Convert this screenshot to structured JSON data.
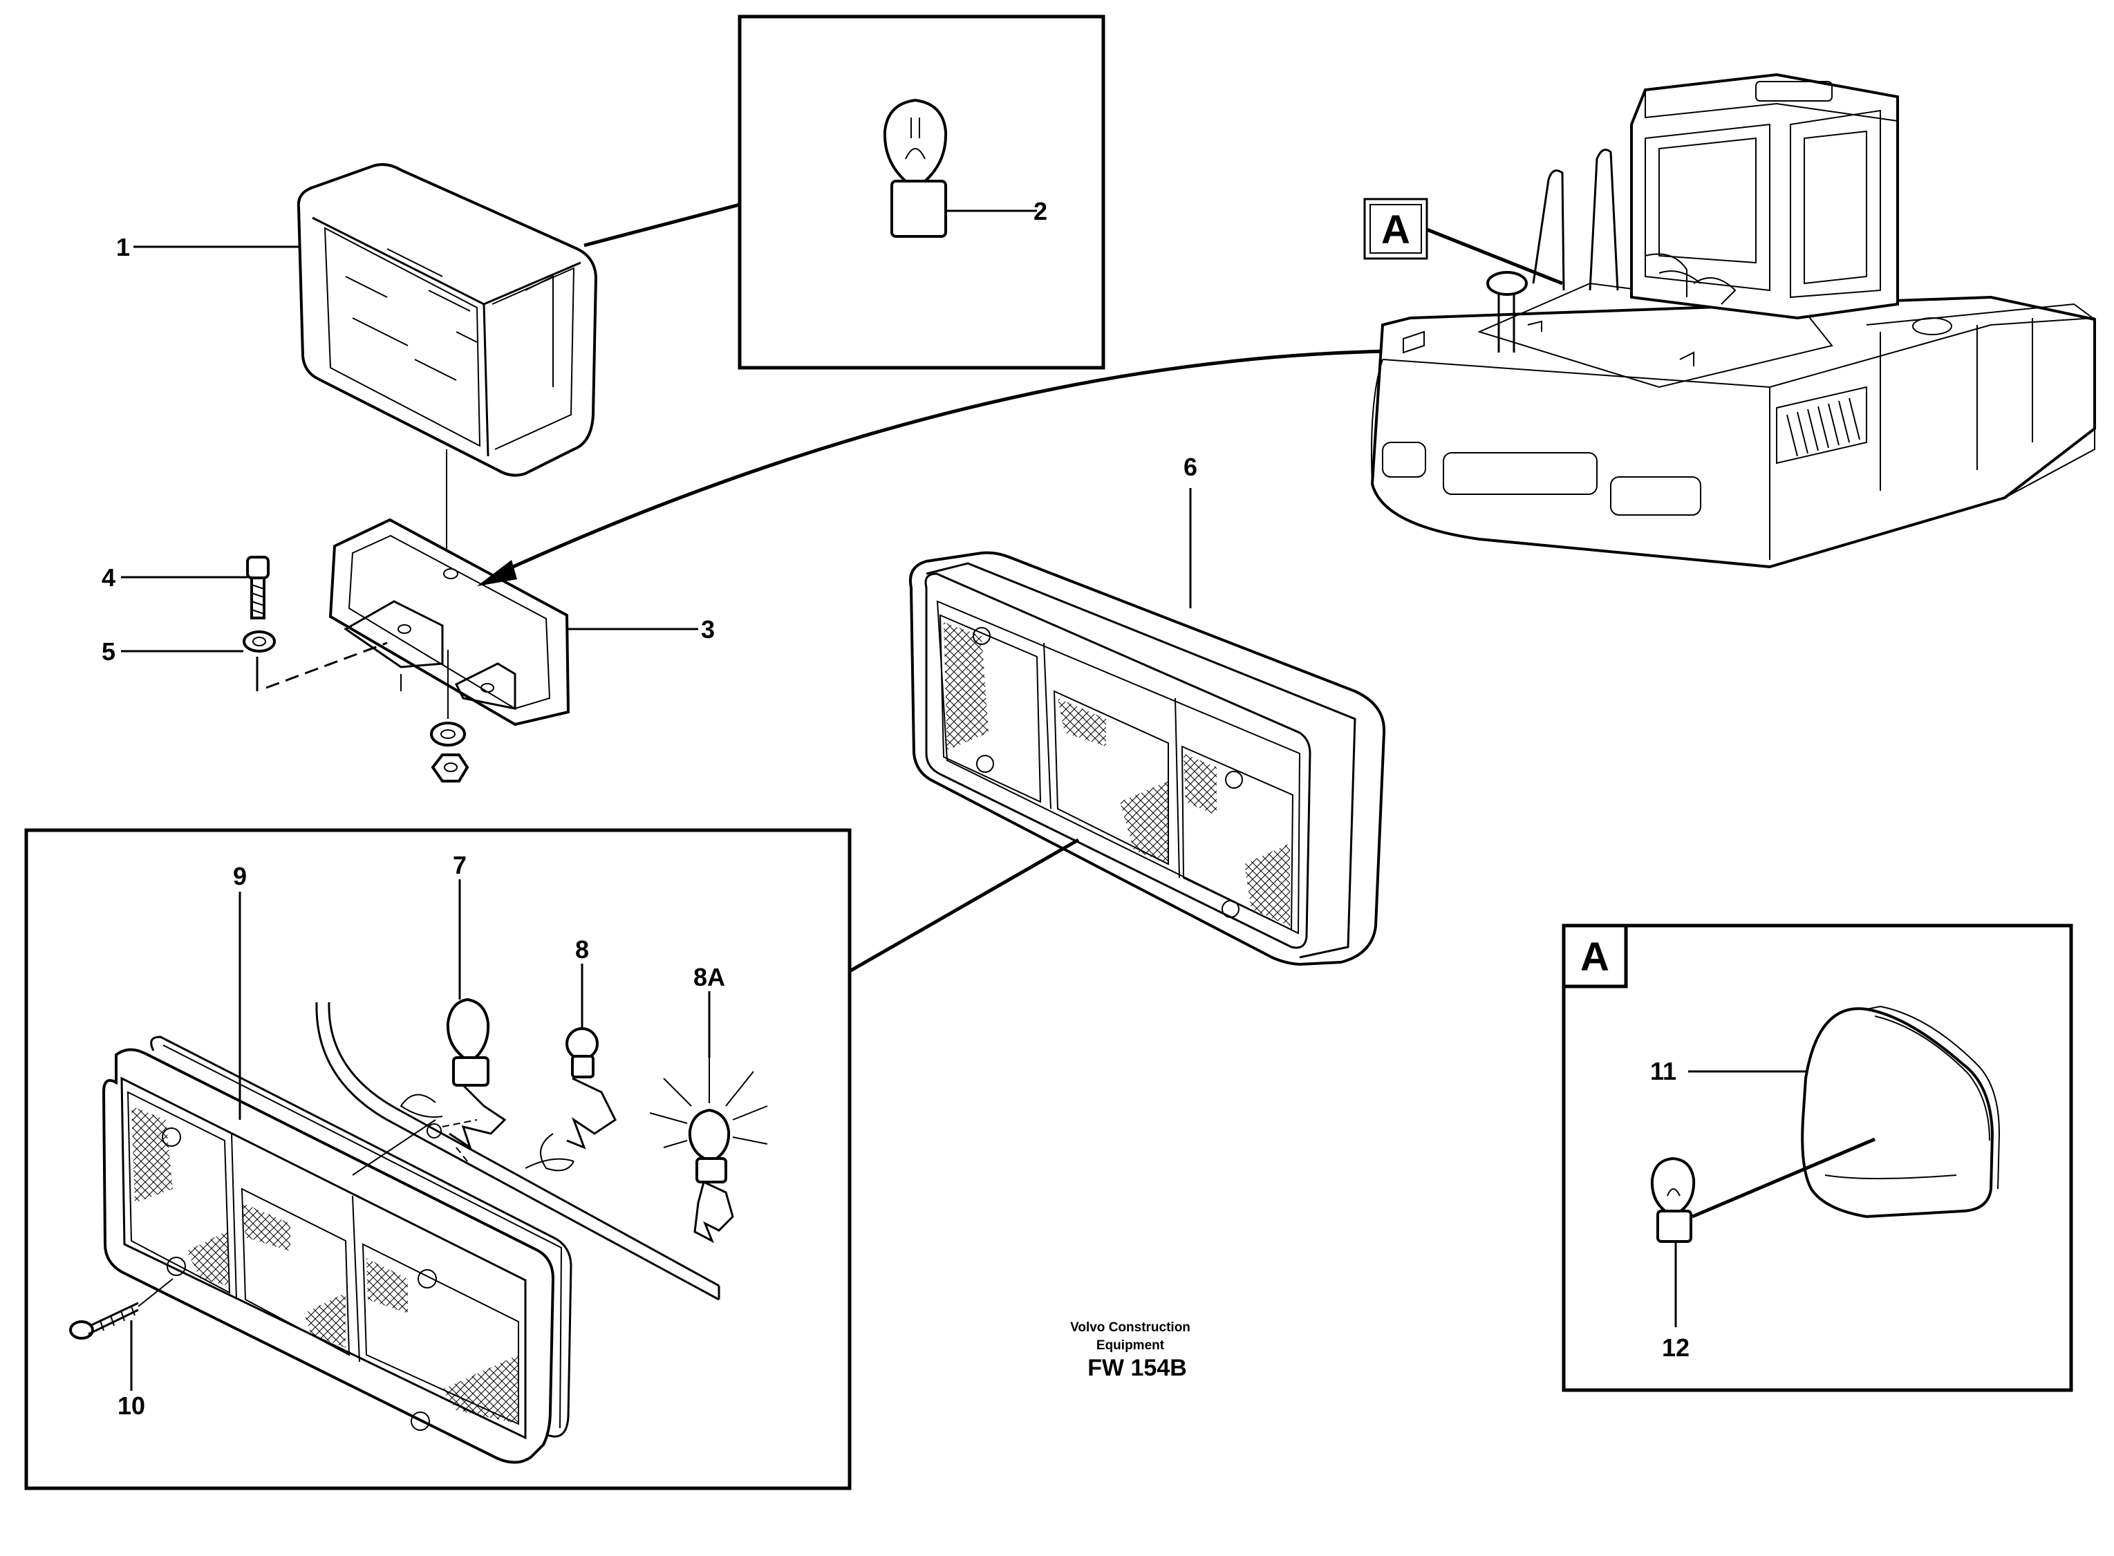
{
  "labels": {
    "p1": "1",
    "p2": "2",
    "p3": "3",
    "p4": "4",
    "p5": "5",
    "p6": "6",
    "p7": "7",
    "p8": "8",
    "p8a": "8A",
    "p9": "9",
    "p10": "10",
    "p11": "11",
    "p12": "12"
  },
  "view_markers": {
    "machine": "A",
    "detail": "A"
  },
  "footer": {
    "credit_line1": "Volvo Construction",
    "credit_line2": "Equipment",
    "code": "FW 154B"
  },
  "icons": [
    "work-lamp",
    "bulb",
    "bracket",
    "bolt",
    "washer",
    "nut",
    "tail-lamp",
    "bulb-holder",
    "excavator",
    "marker-lamp"
  ]
}
